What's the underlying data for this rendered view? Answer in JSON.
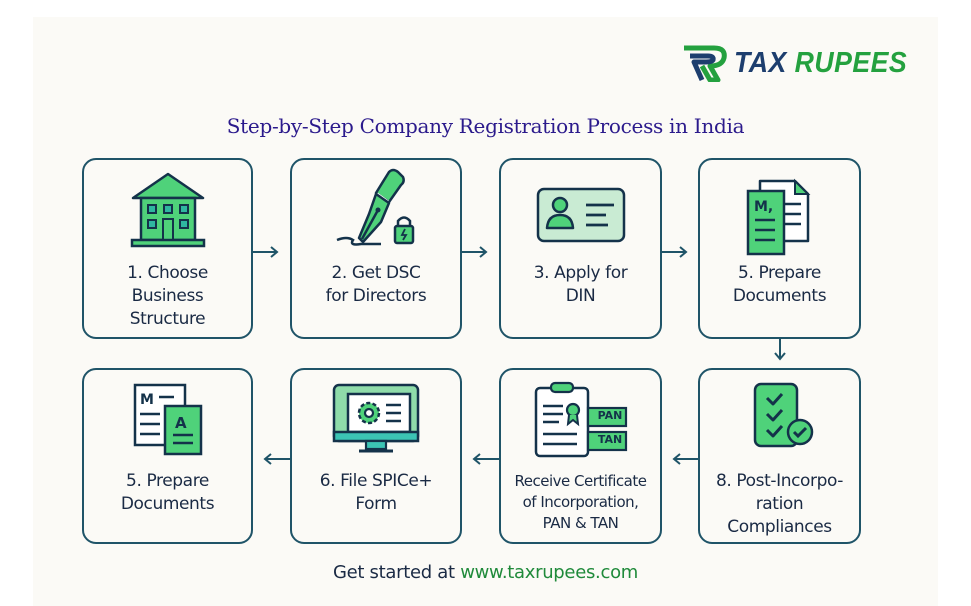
{
  "brand": {
    "logo_icon": "tax-rupees-r-logo",
    "name_part1": "TAX",
    "name_part2": "RUPEES",
    "colors": {
      "navy": "#1d3e6e",
      "green": "#24a13f"
    }
  },
  "title": "Step-by-Step Company Registration Process in India",
  "colors": {
    "card_border": "#1f5468",
    "icon_fill": "#4fd27a",
    "icon_fill_light": "#c9ebd3",
    "icon_stroke": "#14324a",
    "title": "#2b1a8c",
    "text": "#1a2a44",
    "url": "#1f8a3a",
    "background": "#fbfaf6"
  },
  "steps": [
    {
      "icon": "building-icon",
      "lines": [
        "1. Choose",
        "Business",
        "Structure"
      ]
    },
    {
      "icon": "pen-lock-icon",
      "lines": [
        "2. Get DSC",
        "for Directors"
      ]
    },
    {
      "icon": "id-card-icon",
      "lines": [
        "3. Apply for",
        "DIN"
      ]
    },
    {
      "icon": "documents-icon",
      "lines": [
        "5. Prepare",
        "Documents"
      ]
    },
    {
      "icon": "moa-aoa-documents-icon",
      "lines": [
        "5. Prepare",
        "Documents"
      ]
    },
    {
      "icon": "computer-gear-icon",
      "lines": [
        "6. File SPICe+",
        "Form"
      ]
    },
    {
      "icon": "certificate-pan-tan-icon",
      "lines": [
        "Receive Certificate",
        "of Incorporation,",
        "PAN & TAN"
      ],
      "badges": [
        "PAN",
        "TAN"
      ]
    },
    {
      "icon": "checklist-icon",
      "lines": [
        "8. Post-Incorpo-",
        "ration",
        "Compliances"
      ]
    }
  ],
  "flow": [
    "right",
    "right",
    "right",
    "down",
    "left",
    "left",
    "left"
  ],
  "footer": {
    "prefix": "Get started at ",
    "url": "www.taxrupees.com"
  }
}
